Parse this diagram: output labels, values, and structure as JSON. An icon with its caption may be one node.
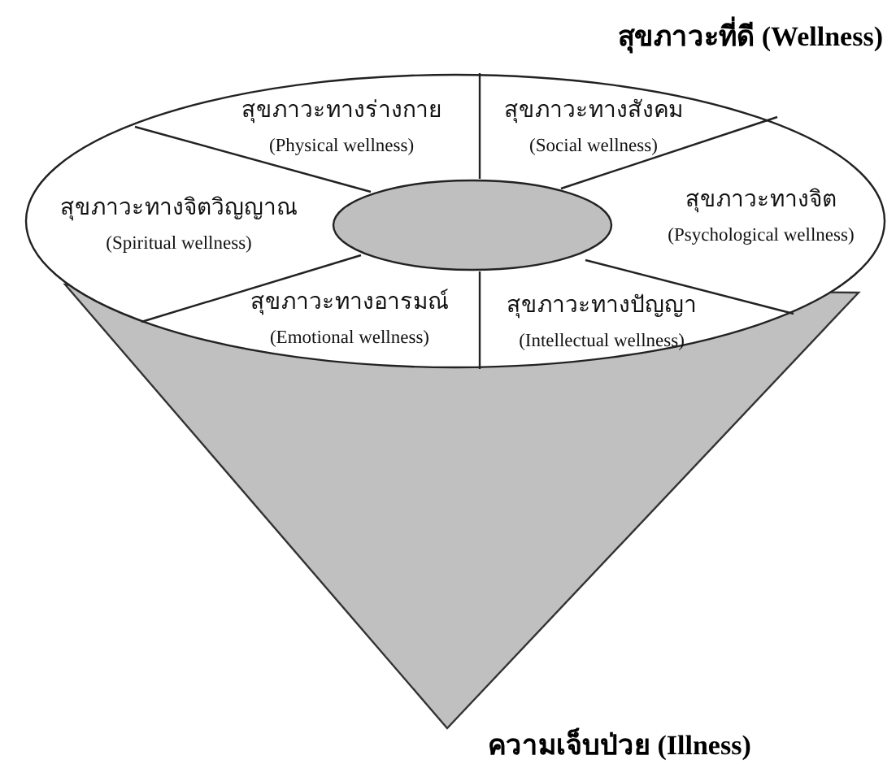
{
  "diagram": {
    "title": "สุขภาวะที่ดี (Wellness)",
    "nodes": [
      {
        "text": [],
        "shape": "ellipse"
      },
      {
        "text": [
          "สุขภาวะทางร่างกาย",
          "(Physical wellness)"
        ],
        "in": 0
      },
      {
        "text": [
          "สุขภาวะทางสังคม",
          "(Social wellness)"
        ],
        "in": 0
      },
      {
        "text": [
          "สุขภาวะทางจิตวิญญาณ",
          "(Spiritual wellness)"
        ],
        "in": 0
      },
      {
        "text": [],
        "shape": "ellipse",
        "in": 0
      },
      {
        "text": [
          "สุขภาวะทางจิต",
          "(Psychological wellness)"
        ],
        "in": 0
      },
      {
        "text": [
          "สุขภาวะทางอารมณ์",
          "(Emotional wellness)"
        ],
        "in": 0
      },
      {
        "text": [
          "สุขภาวะทางปัญญา",
          "(Intellectual wellness)"
        ],
        "in": 0
      }
    ],
    "edges": [],
    "labels": [
      "ความเจ็บป่วย (Illness)"
    ]
  }
}
